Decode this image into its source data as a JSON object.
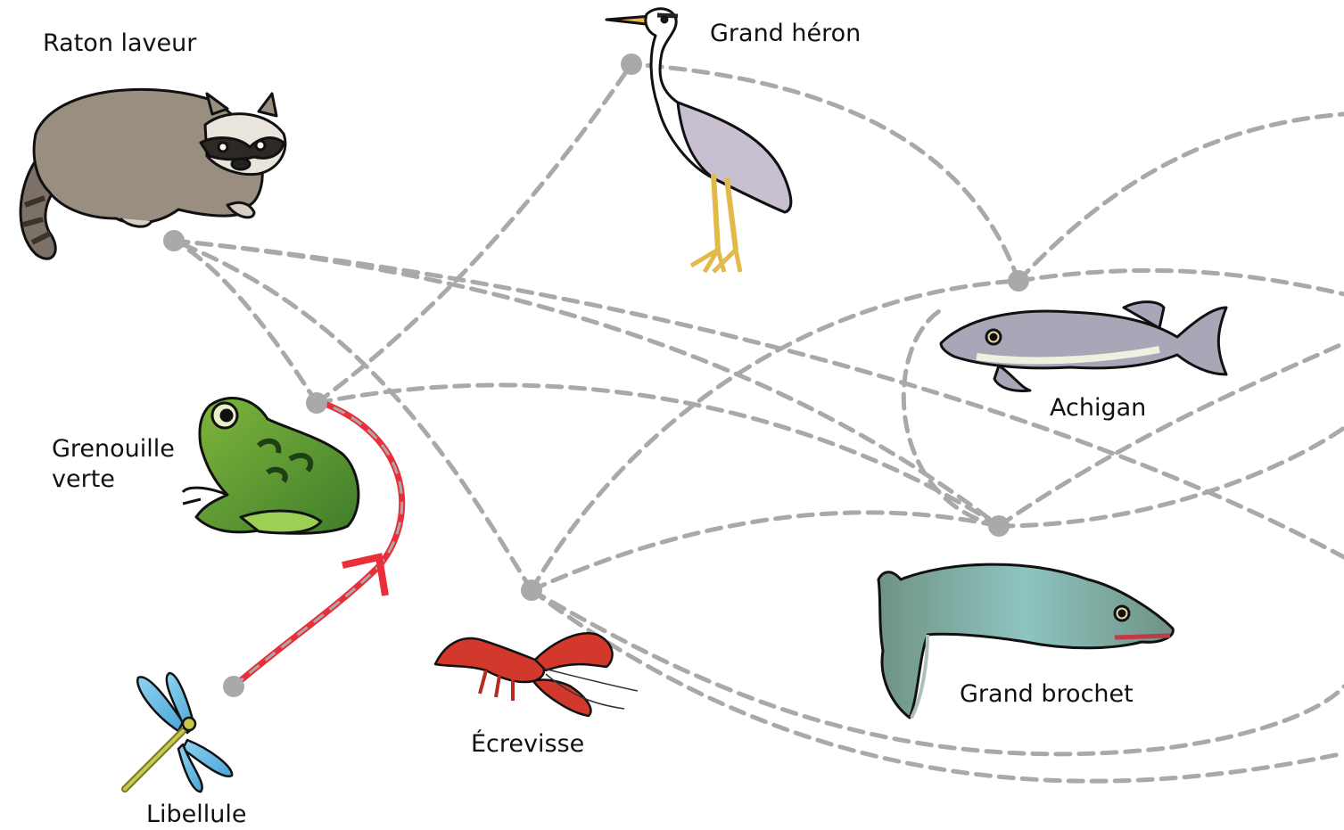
{
  "organisms": {
    "raccoon": {
      "label": "Raton laveur",
      "icon": "raccoon-icon"
    },
    "heron": {
      "label": "Grand héron",
      "icon": "heron-icon"
    },
    "frog": {
      "label": "Grenouille\nverte",
      "icon": "frog-icon"
    },
    "bass": {
      "label": "Achigan",
      "icon": "bass-fish-icon"
    },
    "pike": {
      "label": "Grand brochet",
      "icon": "pike-fish-icon"
    },
    "crayfish": {
      "label": "Écrevisse",
      "icon": "crayfish-icon"
    },
    "dragonfly": {
      "label": "Libellule",
      "icon": "dragonfly-icon"
    }
  },
  "links": [
    {
      "from": "frog",
      "to": "raccoon"
    },
    {
      "from": "frog",
      "to": "heron"
    },
    {
      "from": "frog",
      "to": "pike"
    },
    {
      "from": "crayfish",
      "to": "raccoon"
    },
    {
      "from": "crayfish",
      "to": "bass"
    },
    {
      "from": "crayfish",
      "to": "off-page"
    },
    {
      "from": "bass",
      "to": "heron"
    },
    {
      "from": "bass",
      "to": "pike"
    },
    {
      "from": "bass",
      "to": "off-page"
    },
    {
      "from": "pike",
      "to": "raccoon"
    },
    {
      "from": "pike",
      "to": "off-page"
    },
    {
      "from": "dragonfly",
      "to": "frog",
      "highlighted": true
    }
  ],
  "colors": {
    "link": "#a9a9a9",
    "node": "#a9a9a9",
    "highlight": "#e8303a"
  }
}
